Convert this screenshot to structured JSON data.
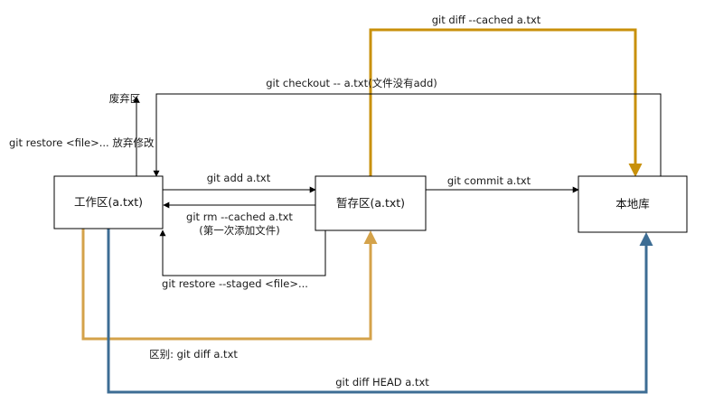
{
  "nodes": {
    "workspace": "工作区(a.txt)",
    "staging": "暂存区(a.txt)",
    "repo": "本地库",
    "discard": "废弃区"
  },
  "edges": {
    "diff_cached": "git diff --cached a.txt",
    "checkout": "git checkout  -- a.txt(文件没有add)",
    "restore_file": "git restore <file>... 放弃修改",
    "add": "git add  a.txt",
    "rm_cached": "git rm --cached a.txt",
    "rm_cached_note": "(第一次添加文件)",
    "commit": "git commit a.txt",
    "restore_staged": "git restore --staged <file>...",
    "diff": "区别:  git diff  a.txt",
    "diff_head": "git diff HEAD a.txt"
  },
  "colors": {
    "orange": "#c8900a",
    "tan": "#d4a24a",
    "blue": "#3d6d94",
    "black": "#000000"
  }
}
